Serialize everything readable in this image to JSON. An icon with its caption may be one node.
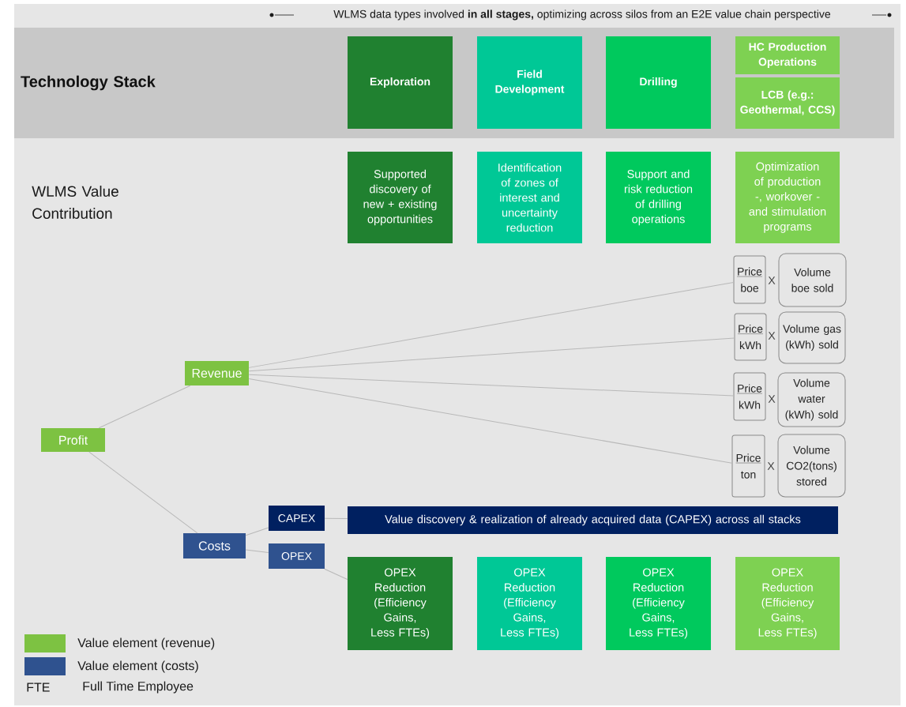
{
  "diagram": {
    "nodes": [
      {
        "text": [
          "Technology Stack"
        ]
      },
      {
        "text": [
          "Exploration"
        ],
        "in": 0
      },
      {
        "text": [
          "Field Development"
        ],
        "in": 0
      },
      {
        "text": [
          "Drilling"
        ],
        "in": 0
      },
      {
        "text": [
          "HC Production Operations"
        ],
        "in": 0
      },
      {
        "text": [
          "LCB (e.g.: Geothermal, CCS)"
        ],
        "in": 0
      },
      {
        "text": [
          "Supported discovery of new + existing opportunities"
        ]
      },
      {
        "text": [
          "Identification of zones of interest and uncertainty reduction"
        ]
      },
      {
        "text": [
          "Support and risk reduction of drilling operations"
        ]
      },
      {
        "text": [
          "Optimization of production -, workover - and stimulation programs"
        ]
      },
      {
        "text": [
          "Profit"
        ]
      },
      {
        "text": [
          "Revenue"
        ]
      },
      {
        "text": [
          "Costs"
        ]
      },
      {
        "text": [
          "CAPEX"
        ]
      },
      {
        "text": [
          "OPEX"
        ]
      },
      {
        "text": [
          "Value discovery & realization of already acquired data (CAPEX) across all stacks"
        ]
      },
      {
        "text": [
          "OPEX Reduction (Efficiency Gains, Less FTEs)"
        ]
      },
      {
        "text": [
          "OPEX Reduction (Efficiency Gains, Less FTEs)"
        ]
      },
      {
        "text": [
          "OPEX Reduction (Efficiency Gains, Less FTEs)"
        ]
      },
      {
        "text": [
          "OPEX Reduction (Efficiency Gains, Less FTEs)"
        ]
      },
      {
        "text": [
          "Price",
          "boe"
        ]
      },
      {
        "text": [
          "Volume boe sold"
        ]
      },
      {
        "text": [
          "Price",
          "kWh"
        ]
      },
      {
        "text": [
          "Volume gas (kWh) sold"
        ]
      },
      {
        "text": [
          "Price",
          "kWh"
        ]
      },
      {
        "text": [
          "Volume water (kWh) sold"
        ]
      },
      {
        "text": [
          "Price",
          "ton"
        ]
      },
      {
        "text": [
          "Volume CO2(tons) stored"
        ]
      }
    ],
    "edges": [
      {
        "from": 10,
        "to": 11,
        "arrow": "none"
      },
      {
        "from": 10,
        "to": 12,
        "arrow": "none"
      },
      {
        "from": 11,
        "to": 20,
        "arrow": "none"
      },
      {
        "from": 11,
        "to": 22,
        "arrow": "none"
      },
      {
        "from": 11,
        "to": 24,
        "arrow": "none"
      },
      {
        "from": 11,
        "to": 26,
        "arrow": "none"
      },
      {
        "from": 12,
        "to": 13,
        "arrow": "none"
      },
      {
        "from": 12,
        "to": 14,
        "arrow": "none"
      },
      {
        "from": 13,
        "to": 15,
        "arrow": "none"
      },
      {
        "from": 14,
        "to": 16,
        "arrow": "none"
      }
    ],
    "labels": [
      "WLMS data types involved **in all stages,** optimizing across silos from an E2E value chain perspective",
      "WLMS Value Contribution",
      "X",
      "X",
      "X",
      "X",
      "FTE",
      "Full Time Employee"
    ],
    "legend": [
      {
        "text": "Value element (revenue)",
        "color": "#7dc242"
      },
      {
        "text": "Value element (costs)",
        "color": "#2f528f"
      }
    ]
  }
}
